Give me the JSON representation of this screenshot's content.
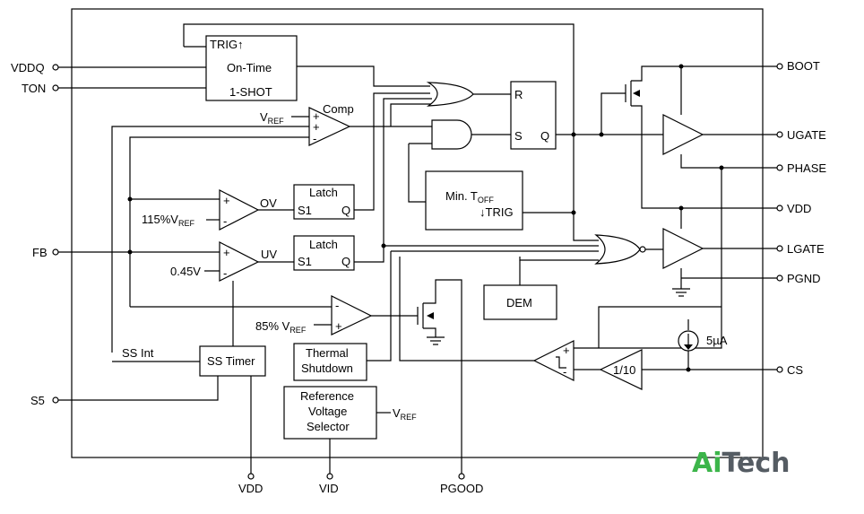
{
  "pins": {
    "vddq": "VDDQ",
    "ton": "TON",
    "fb": "FB",
    "s5": "S5",
    "boot": "BOOT",
    "ugate": "UGATE",
    "phase": "PHASE",
    "vdd_right": "VDD",
    "lgate": "LGATE",
    "pgnd": "PGND",
    "cs": "CS",
    "vdd_bottom": "VDD",
    "vid": "VID",
    "pgood": "PGOOD"
  },
  "blocks": {
    "oneshot": {
      "trig": "TRIG↑",
      "ontime": "On-Time",
      "shot": "1-SHOT"
    },
    "comp": {
      "label": "Comp",
      "vref": "V",
      "vref_sub": "REF"
    },
    "ov": {
      "label": "OV",
      "ref": "115%V",
      "ref_sub": "REF"
    },
    "uv": {
      "label": "UV",
      "ref": "0.45V"
    },
    "latch1": {
      "title": "Latch",
      "s": "S1",
      "q": "Q"
    },
    "latch2": {
      "title": "Latch",
      "s": "S1",
      "q": "Q"
    },
    "sr": {
      "r": "R",
      "s": "S",
      "q": "Q"
    },
    "mintoff": {
      "line1": "Min. T",
      "line1_sub": "OFF",
      "line2": "↓TRIG"
    },
    "dem": "DEM",
    "pg_comp": {
      "ref": "85% V",
      "ref_sub": "REF"
    },
    "thermal": {
      "line1": "Thermal",
      "line2": "Shutdown"
    },
    "sstimer": {
      "label": "SS Timer",
      "ssint": "SS Int"
    },
    "refsel": {
      "line1": "Reference",
      "line2": "Voltage",
      "line3": "Selector",
      "out": "V",
      "out_sub": "REF"
    },
    "divider": "1/10",
    "current_source": "5µA"
  },
  "logo": {
    "part1": "Ai",
    "part2": "Tech"
  }
}
